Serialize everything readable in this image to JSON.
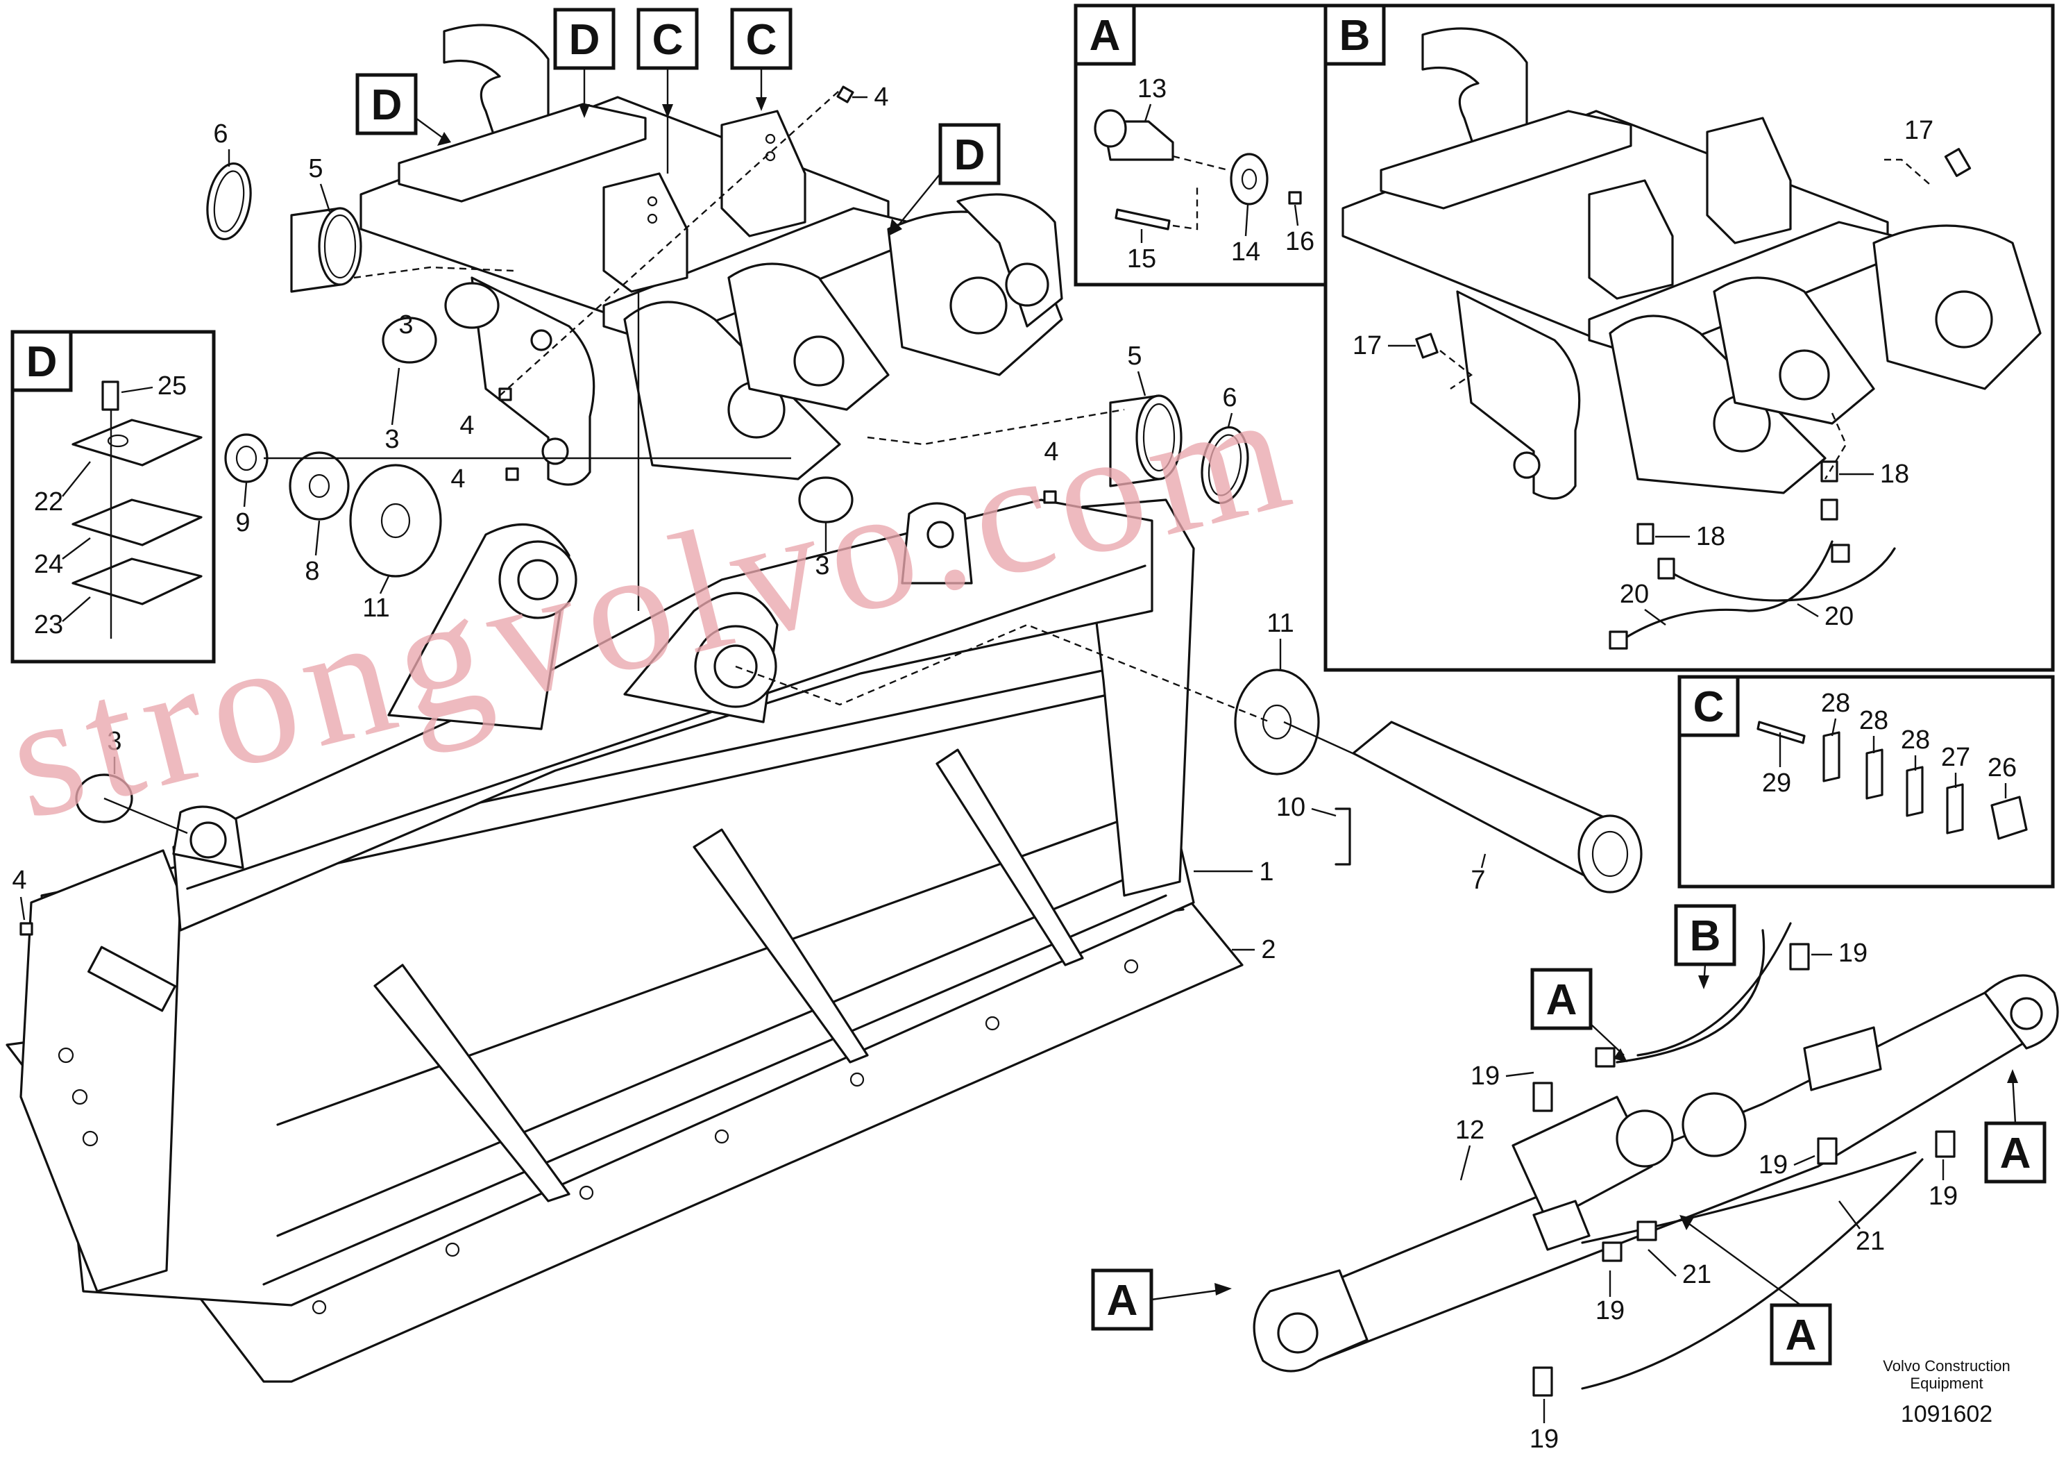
{
  "detail_labels": {
    "a": "A",
    "b": "B",
    "c": "C",
    "d": "D"
  },
  "callouts": [
    "1",
    "2",
    "3",
    "4",
    "5",
    "6",
    "7",
    "8",
    "9",
    "10",
    "11",
    "12",
    "13",
    "14",
    "15",
    "16",
    "17",
    "18",
    "19",
    "20",
    "21",
    "22",
    "23",
    "24",
    "25",
    "26",
    "27",
    "28",
    "29"
  ],
  "watermark": "strongvolvo.com",
  "footer": {
    "brand_line1": "Volvo Construction",
    "brand_line2": "Equipment",
    "part_number": "1091602"
  },
  "colors": {
    "line": "#111111",
    "watermark": "#e9a6ad",
    "background": "#ffffff"
  }
}
